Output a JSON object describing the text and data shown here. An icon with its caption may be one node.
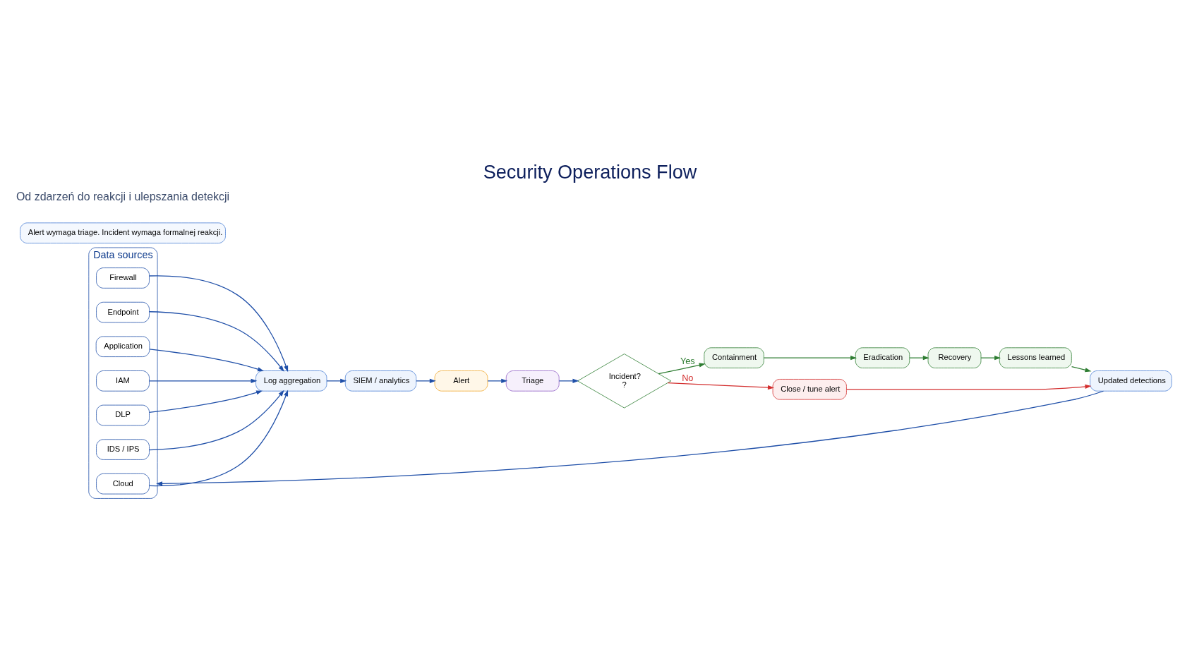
{
  "diagram": {
    "title": "Security Operations Flow",
    "nodes": [
      {
        "text": [
          "Data sources"
        ]
      },
      {
        "text": [
          "Firewall"
        ],
        "in": 0
      },
      {
        "text": [
          "Endpoint"
        ],
        "in": 0
      },
      {
        "text": [
          "Application"
        ],
        "in": 0
      },
      {
        "text": [
          "IAM"
        ],
        "in": 0
      },
      {
        "text": [
          "DLP"
        ],
        "in": 0
      },
      {
        "text": [
          "IDS / IPS"
        ],
        "in": 0
      },
      {
        "text": [
          "Cloud"
        ],
        "in": 0
      },
      {
        "text": [
          "Log aggregation"
        ]
      },
      {
        "text": [
          "SIEM / analytics"
        ]
      },
      {
        "text": [
          "Alert"
        ]
      },
      {
        "text": [
          "Triage"
        ]
      },
      {
        "text": [
          "Incident?",
          "?"
        ]
      },
      {
        "text": [
          "Containment"
        ]
      },
      {
        "text": [
          "Eradication"
        ]
      },
      {
        "text": [
          "Recovery"
        ]
      },
      {
        "text": [
          "Lessons learned"
        ]
      },
      {
        "text": [
          "Close / tune alert"
        ]
      },
      {
        "text": [
          "Updated detections"
        ]
      },
      {
        "text": [
          "Alert wymaga triage. Incident wymaga formalnej reakcji."
        ]
      }
    ],
    "edges": [
      {
        "from": 1,
        "to": 8,
        "arrow": "to"
      },
      {
        "from": 2,
        "to": 8,
        "arrow": "to"
      },
      {
        "from": 3,
        "to": 8,
        "arrow": "to"
      },
      {
        "from": 4,
        "to": 8,
        "arrow": "to"
      },
      {
        "from": 5,
        "to": 8,
        "arrow": "to"
      },
      {
        "from": 6,
        "to": 8,
        "arrow": "to"
      },
      {
        "from": 7,
        "to": 8,
        "arrow": "to"
      },
      {
        "from": 8,
        "to": 9,
        "arrow": "to"
      },
      {
        "from": 9,
        "to": 10,
        "arrow": "to"
      },
      {
        "from": 10,
        "to": 11,
        "arrow": "to"
      },
      {
        "from": 11,
        "to": 12,
        "arrow": "to"
      },
      {
        "from": 12,
        "to": 13,
        "arrow": "to",
        "label": "Yes",
        "color": "#2e7d32"
      },
      {
        "from": 13,
        "to": 14,
        "arrow": "to",
        "color": "#2e7d32"
      },
      {
        "from": 14,
        "to": 15,
        "arrow": "to",
        "color": "#2e7d32"
      },
      {
        "from": 15,
        "to": 16,
        "arrow": "to",
        "color": "#2e7d32"
      },
      {
        "from": 12,
        "to": 17,
        "arrow": "to",
        "label": "No",
        "color": "#d32f2f"
      },
      {
        "from": 17,
        "to": 18,
        "arrow": "to",
        "color": "#d32f2f"
      },
      {
        "from": 16,
        "to": 18,
        "arrow": "to",
        "color": "#2e7d32"
      },
      {
        "from": 18,
        "to": 0,
        "arrow": "to"
      }
    ],
    "labels": [
      "Od zdarzeń do reakcji i ulepszania detekcji"
    ]
  }
}
